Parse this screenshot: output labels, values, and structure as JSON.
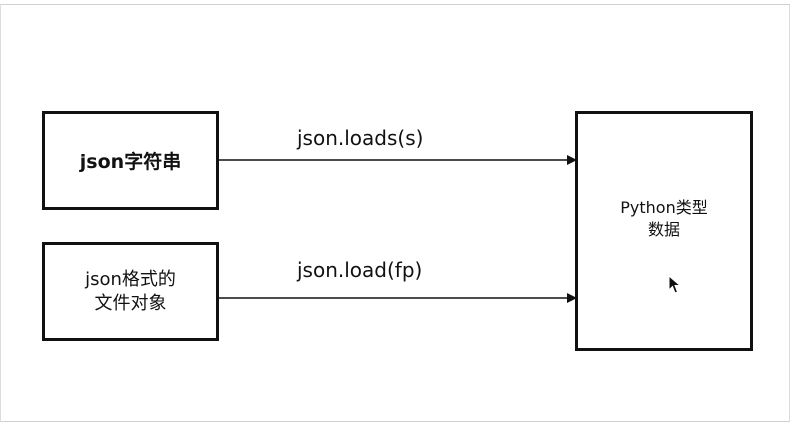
{
  "diagram": {
    "boxes": {
      "json_string": {
        "label": "json字符串"
      },
      "json_file": {
        "line1": "json格式的",
        "line2": "文件对象"
      },
      "python_data": {
        "line1": "Python类型",
        "line2": "数据"
      }
    },
    "arrows": {
      "loads": {
        "label": "json.loads(s)"
      },
      "load": {
        "label": "json.load(fp)"
      }
    }
  },
  "colors": {
    "stroke": "#111111",
    "background": "#ffffff"
  },
  "icons": {
    "cursor": "mouse-pointer-icon"
  }
}
